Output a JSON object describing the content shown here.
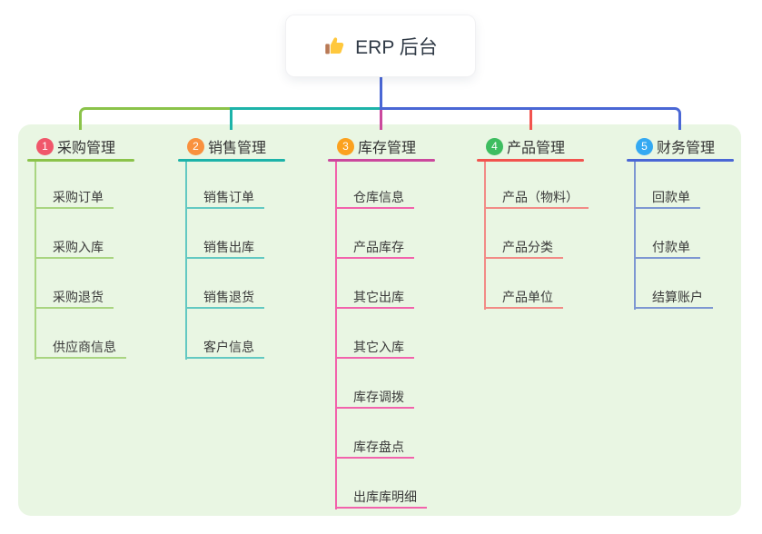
{
  "root": {
    "icon": "thumbs-up",
    "label": "ERP 后台",
    "connector_color": "#4A67D5"
  },
  "colors": {
    "panel_bg": "#E9F6E3",
    "text": "#333333"
  },
  "branches": [
    {
      "num": "1",
      "label": "采购管理",
      "badge_color": "#F0576B",
      "line_color": "#8BC34A",
      "child_line_color": "#A9D581",
      "children": [
        "采购订单",
        "采购入库",
        "采购退货",
        "供应商信息"
      ]
    },
    {
      "num": "2",
      "label": "销售管理",
      "badge_color": "#F9913E",
      "line_color": "#1DB3A9",
      "child_line_color": "#63C9C2",
      "children": [
        "销售订单",
        "销售出库",
        "销售退货",
        "客户信息"
      ]
    },
    {
      "num": "3",
      "label": "库存管理",
      "badge_color": "#FBA11F",
      "line_color": "#CB489D",
      "child_line_color": "#F263AC",
      "children": [
        "仓库信息",
        "产品库存",
        "其它出库",
        "其它入库",
        "库存调拨",
        "库存盘点",
        "出库库明细"
      ]
    },
    {
      "num": "4",
      "label": "产品管理",
      "badge_color": "#3EBD60",
      "line_color": "#F2534E",
      "child_line_color": "#F28B86",
      "children": [
        "产品（物料）",
        "产品分类",
        "产品单位"
      ]
    },
    {
      "num": "5",
      "label": "财务管理",
      "badge_color": "#34A9F2",
      "line_color": "#4A67D5",
      "child_line_color": "#7E97D2",
      "children": [
        "回款单",
        "付款单",
        "结算账户"
      ]
    }
  ]
}
